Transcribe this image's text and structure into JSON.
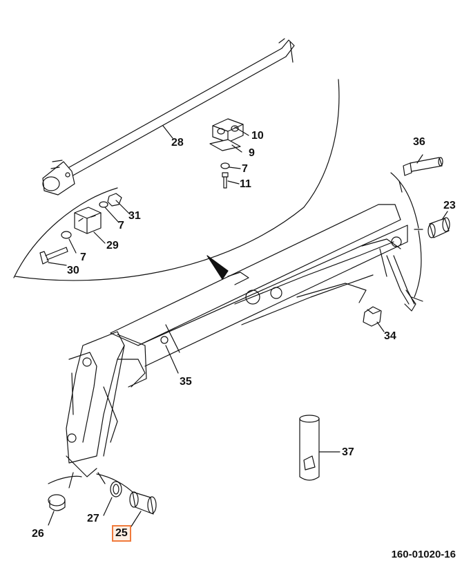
{
  "diagram": {
    "part_numbers": {
      "p23": "23",
      "p25": "25",
      "p26": "26",
      "p27": "27",
      "p28": "28",
      "p29": "29",
      "p30": "30",
      "p31": "31",
      "p34": "34",
      "p35": "35",
      "p36": "36",
      "p37": "37",
      "p10": "10",
      "p9": "9",
      "p7a": "7",
      "p7b": "7",
      "p7c": "7",
      "p11": "11"
    },
    "highlighted_part": "25",
    "drawing_code": "160-01020-16",
    "colors": {
      "line": "#111111",
      "highlight_border": "#f07a3c",
      "highlight_fill": "#fff0e4"
    }
  }
}
